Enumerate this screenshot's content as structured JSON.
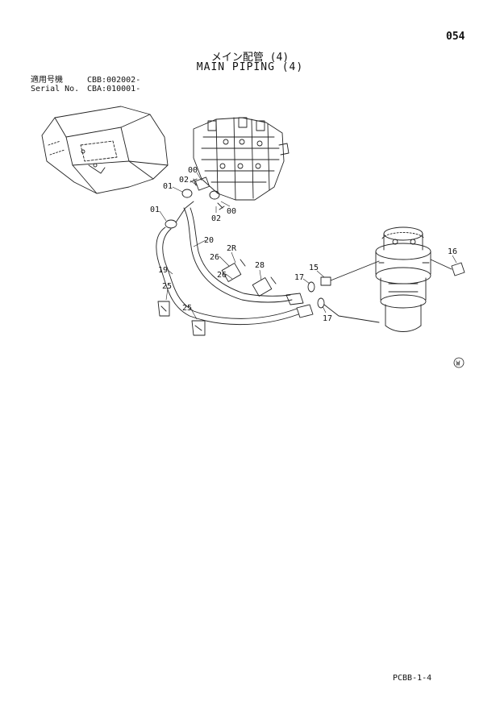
{
  "page_number": "054",
  "title_jp": "メイン配管 (4)",
  "title_en": "MAIN PIPING (4)",
  "serial": {
    "jp_label": "適用号機",
    "jp_value": "CBB:002002-",
    "en_label": "Serial No.",
    "en_value": "CBA:010001-"
  },
  "mark": "W",
  "part_labels": [
    "00",
    "02",
    "01",
    "01",
    "02",
    "00",
    "20",
    "2R",
    "26",
    "28",
    "26",
    "19",
    "25",
    "25",
    "15",
    "17",
    "17",
    "16"
  ],
  "doc_code": "PCBB-1-4"
}
